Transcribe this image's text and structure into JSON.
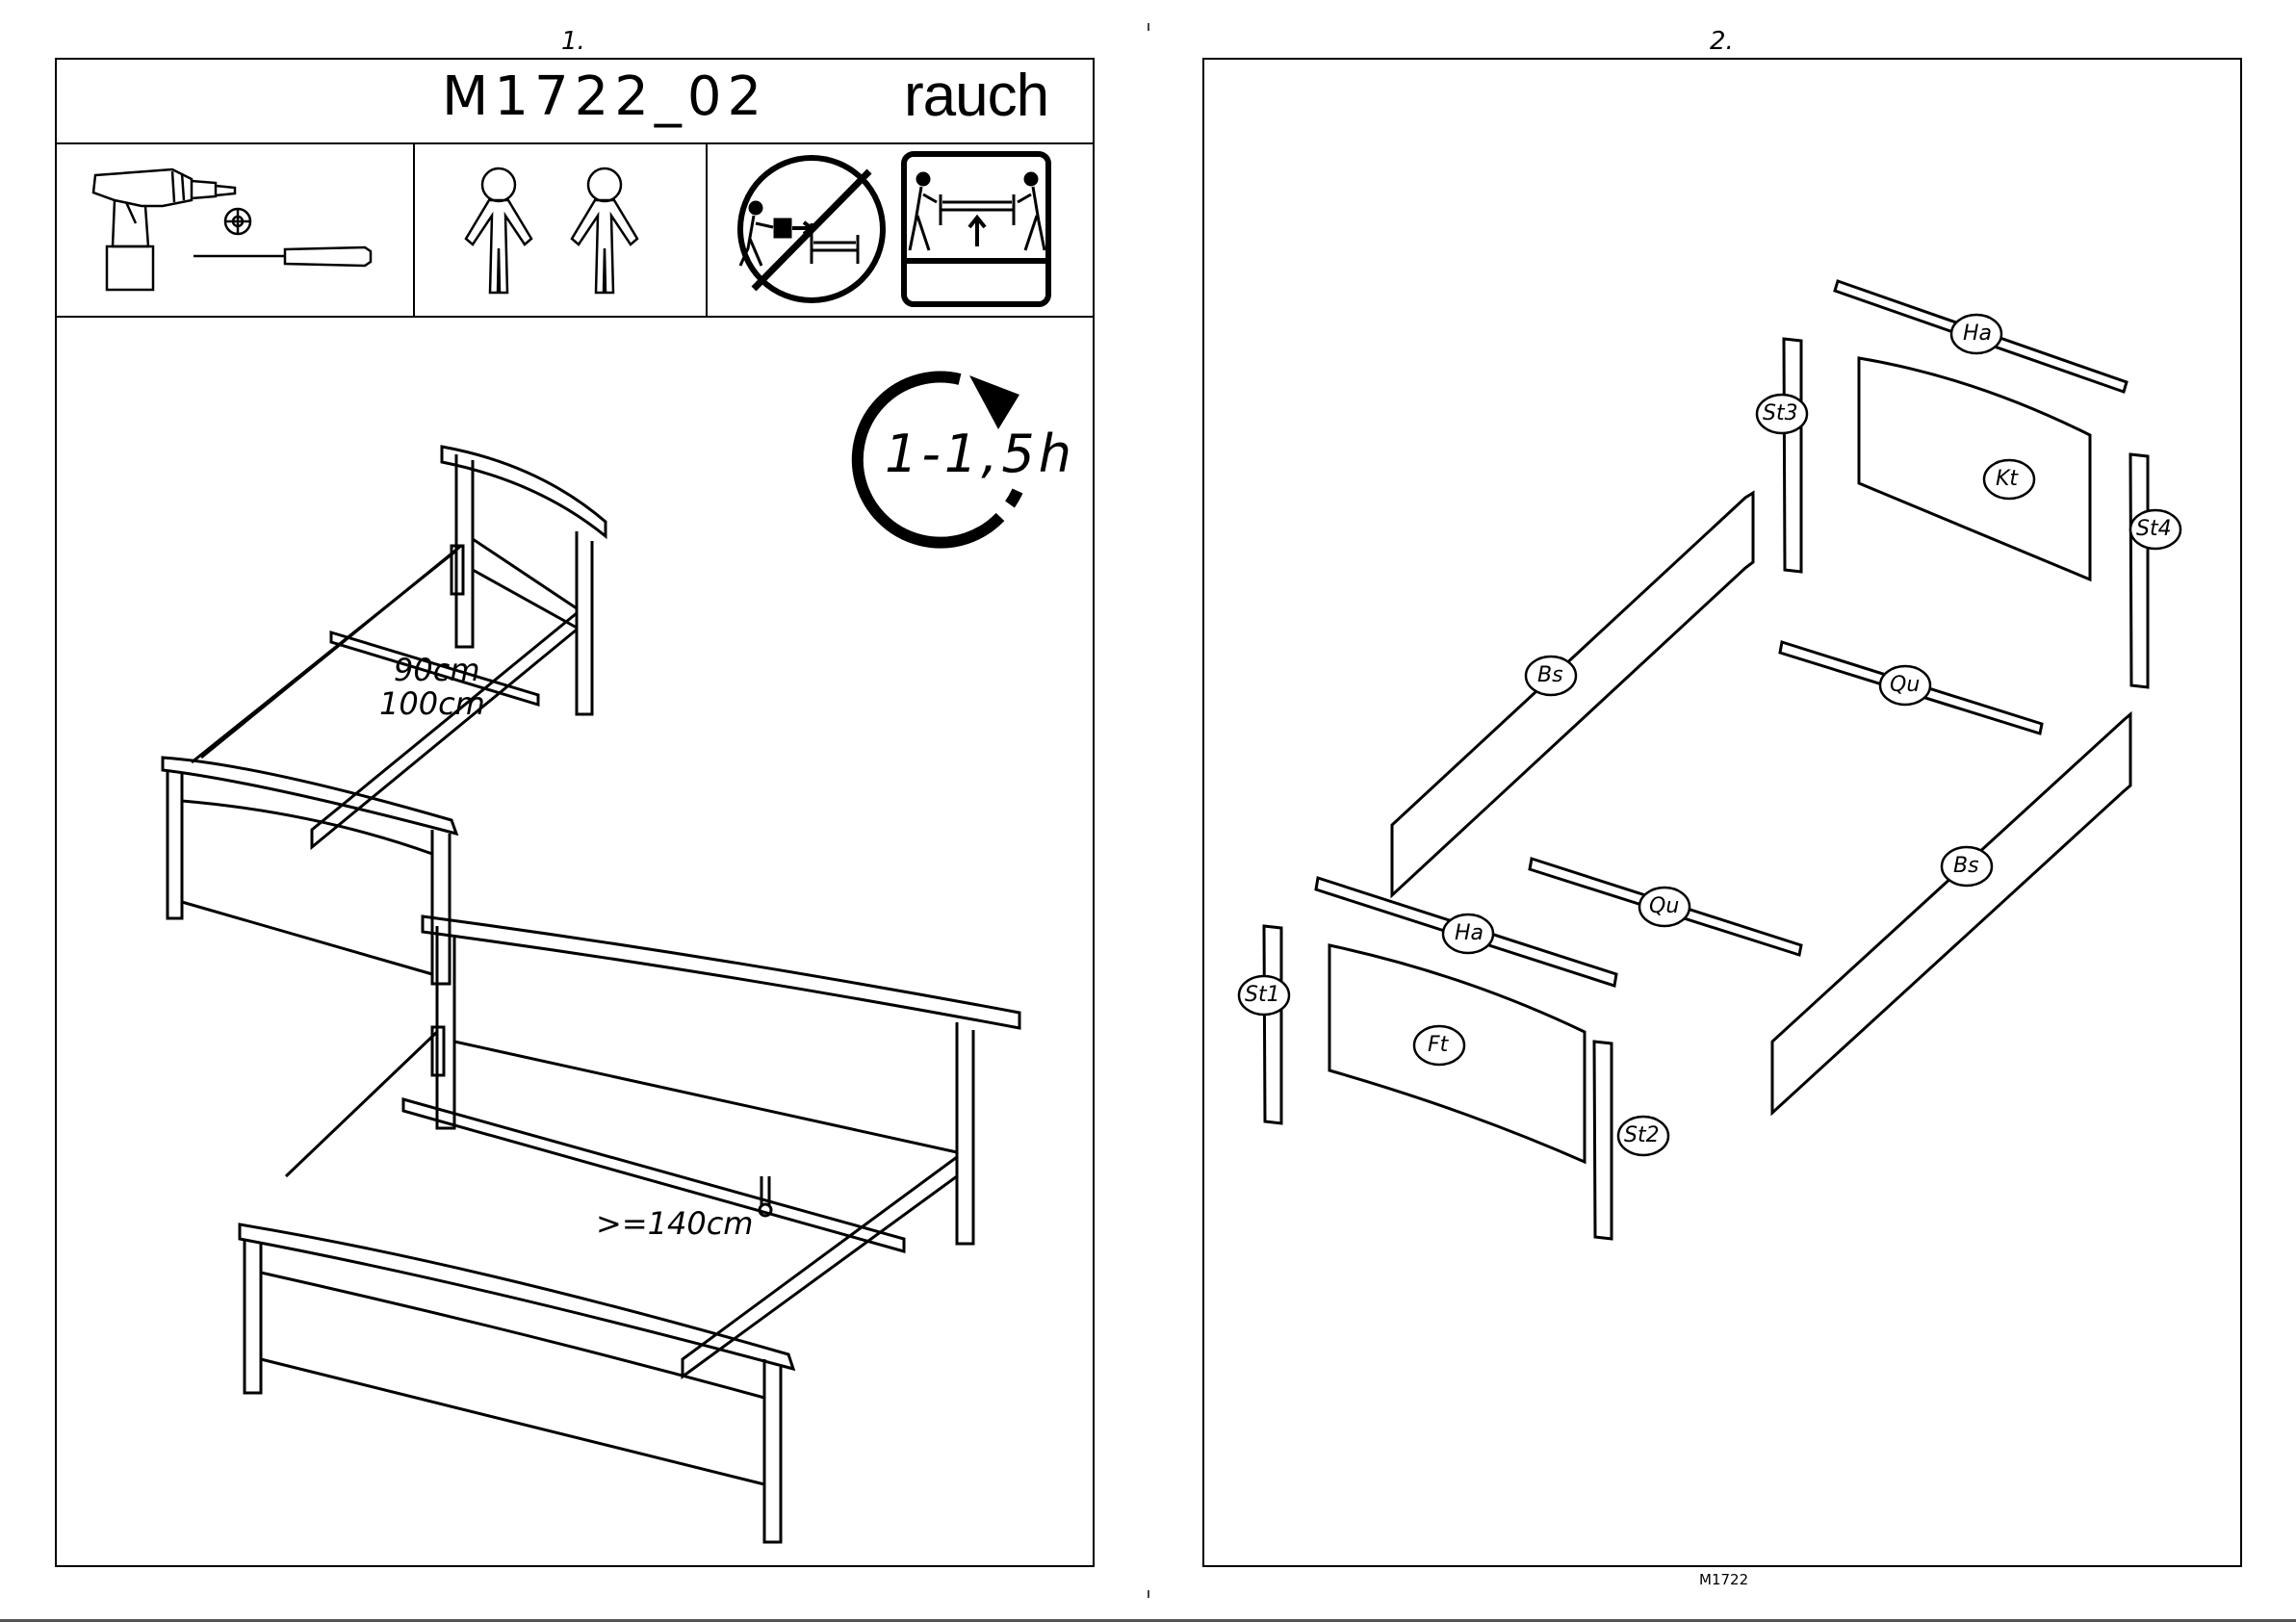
{
  "pages": [
    {
      "number": "1."
    },
    {
      "number": "2."
    }
  ],
  "header": {
    "model_code": "M1722_02",
    "brand": "rauch"
  },
  "icons": {
    "tools": [
      "drill-icon",
      "phillips-bit-icon",
      "screwdriver-icon"
    ],
    "persons": [
      "person-icon",
      "person-icon"
    ],
    "no_drag": "no-drag-bed-icon",
    "lift_bed": "lift-bed-icon"
  },
  "assembly_time": "1-1,5h",
  "bed_widths": {
    "single": [
      "90cm",
      "100cm"
    ],
    "double": ">=140cm"
  },
  "parts": {
    "ha": "Ha",
    "kt": "Kt",
    "st1": "St1",
    "st2": "St2",
    "st3": "St3",
    "st4": "St4",
    "bs": "Bs",
    "qu": "Qu",
    "ft": "Ft"
  },
  "footer": {
    "code": "M1722"
  }
}
